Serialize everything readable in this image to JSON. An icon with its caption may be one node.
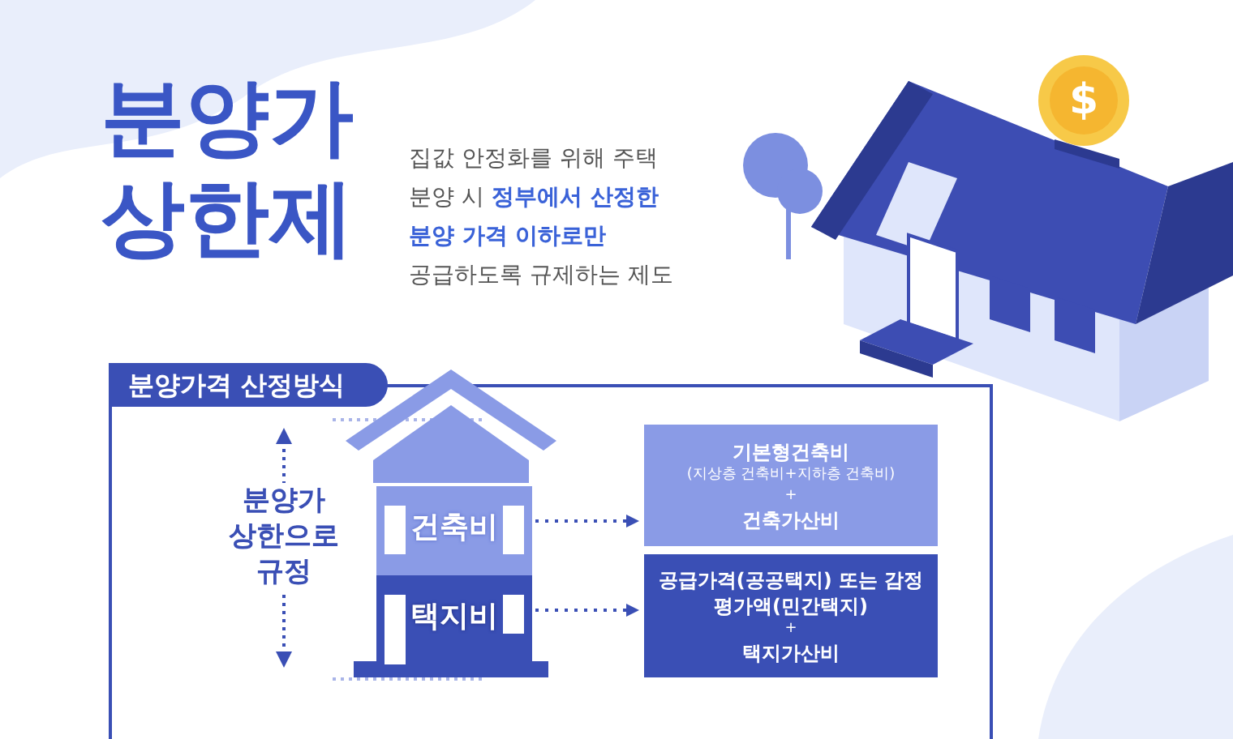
{
  "diagram": {
    "title": "분양가 상한제",
    "nodes": [
      {
        "text": [
          "분양가격 산정방식"
        ]
      },
      {
        "text": [
          "건축비"
        ],
        "in": 0
      },
      {
        "text": [
          "택지비"
        ],
        "in": 0
      },
      {
        "text": [
          "기본형건축비",
          "(지상층 건축비+지하층 건축비)",
          "+",
          "건축가산비"
        ],
        "in": 0
      },
      {
        "text": [
          "공급가격(공공택지) 또는 감정평가액(민간택지)",
          "+",
          "택지가산비"
        ],
        "in": 0
      }
    ],
    "edges": [
      {
        "from": 1,
        "to": 3,
        "arrow": "to",
        "style": "dashed"
      },
      {
        "from": 2,
        "to": 4,
        "arrow": "to",
        "style": "dashed"
      }
    ],
    "labels": [
      "집값 안정화를 위해 주택 분양 시 **정부에서 산정한 분양 가격 이하로만** 공급하도록 규제하는 제도",
      "분양가 상한으로 규정",
      "$"
    ]
  }
}
